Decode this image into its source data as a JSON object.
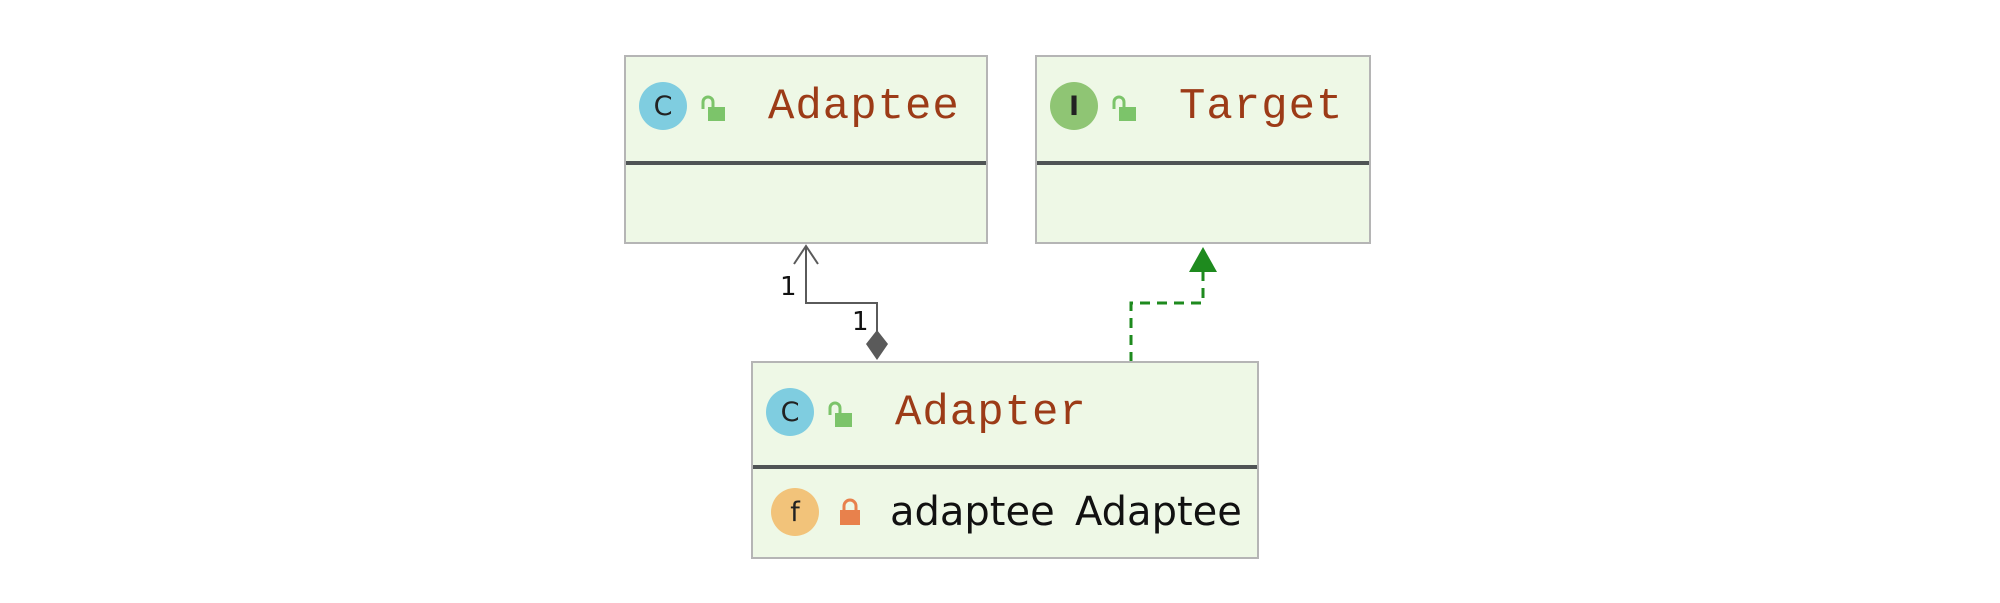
{
  "classes": [
    {
      "name": "Adaptee",
      "kind": "C",
      "kind_label": "class",
      "visibility": "public",
      "fields": []
    },
    {
      "name": "Target",
      "kind": "I",
      "kind_label": "interface",
      "visibility": "public",
      "fields": []
    },
    {
      "name": "Adapter",
      "kind": "C",
      "kind_label": "class",
      "visibility": "public",
      "fields": [
        {
          "kind": "f",
          "visibility": "private",
          "name": "adaptee",
          "type": "Adaptee"
        }
      ]
    }
  ],
  "relations": [
    {
      "type": "composition",
      "from": "Adapter",
      "to": "Adaptee",
      "source_multiplicity": "1",
      "target_multiplicity": "1",
      "color": "#5a5a5a"
    },
    {
      "type": "realization",
      "from": "Adapter",
      "to": "Target",
      "color": "#1e8a1e"
    }
  ],
  "colors": {
    "box_fill": "#eef8e6",
    "class_badge": "#7fcde0",
    "interface_badge": "#8fc574",
    "field_badge": "#f2c37a",
    "public_lock": "#7cc46a",
    "private_lock": "#e8814c",
    "title": "#9c3b17"
  }
}
